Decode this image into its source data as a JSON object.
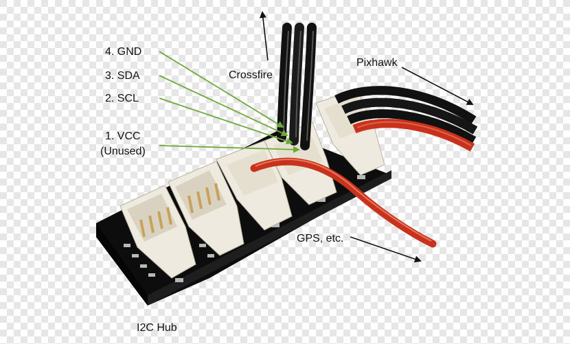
{
  "labels": {
    "gnd": "4. GND",
    "sda": "3. SDA",
    "scl": "2. SCL",
    "vcc": "1. VCC",
    "vcc_note": "(Unused)",
    "crossfire": "Crossfire",
    "pixhawk": "Pixhawk",
    "gps": "GPS, etc.",
    "hub": "I2C Hub"
  },
  "colors": {
    "background_light": "#ffffff",
    "background_dark": "#e6e6e6",
    "board": "#111111",
    "connector": "#f2efe6",
    "wire_black": "#1a1a1a",
    "wire_red": "#c8321c",
    "pointer_green": "#6fa83a",
    "arrow": "#111111"
  }
}
